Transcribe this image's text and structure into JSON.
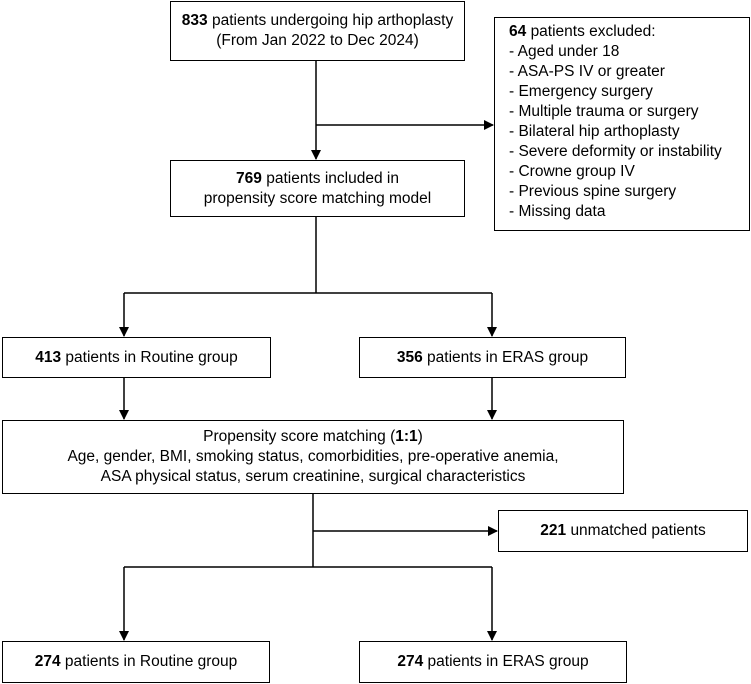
{
  "flowchart": {
    "total": {
      "count": "833",
      "line1": "patients undergoing hip arthoplasty",
      "line2": "(From Jan 2022 to Dec 2024)"
    },
    "excluded": {
      "count": "64",
      "heading": "patients excluded:",
      "items": [
        "Aged under 18",
        "ASA-PS IV or greater",
        "Emergency surgery",
        "Multiple trauma or surgery",
        "Bilateral hip arthoplasty",
        "Severe deformity or instability",
        "Crowne group IV",
        "Previous spine surgery",
        "Missing data"
      ]
    },
    "included": {
      "count": "769",
      "line1": "patients included in",
      "line2": "propensity score matching model"
    },
    "routine_before": {
      "count": "413",
      "label": "patients in Routine group"
    },
    "eras_before": {
      "count": "356",
      "label": "patients in ERAS group"
    },
    "matching": {
      "title": "Propensity score matching (",
      "ratio": "1:1",
      "title_end": ")",
      "line2": "Age, gender, BMI, smoking status, comorbidities, pre-operative anemia,",
      "line3": "ASA physical status, serum creatinine, surgical characteristics"
    },
    "unmatched": {
      "count": "221",
      "label": "unmatched patients"
    },
    "routine_after": {
      "count": "274",
      "label": "patients in Routine group"
    },
    "eras_after": {
      "count": "274",
      "label": "patients in ERAS group"
    }
  },
  "colors": {
    "line": "#000000",
    "box_fill": "#ffffff"
  }
}
